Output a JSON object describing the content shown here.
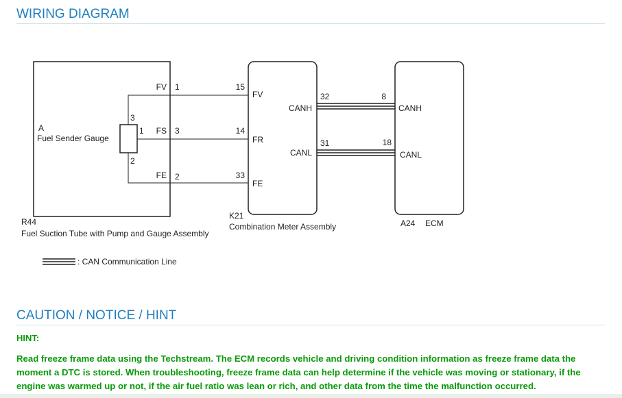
{
  "wiring_section": {
    "title": "WIRING DIAGRAM"
  },
  "diagram": {
    "r44": {
      "code": "R44",
      "name": "Fuel Suction Tube with Pump and Gauge Assembly"
    },
    "sender": {
      "code": "A",
      "name": "Fuel Sender Gauge",
      "pins": [
        "3",
        "1",
        "2"
      ]
    },
    "r44_terminals": [
      {
        "label": "FV",
        "pin": "1"
      },
      {
        "label": "FS",
        "pin": "3"
      },
      {
        "label": "FE",
        "pin": "2"
      }
    ],
    "k21": {
      "code": "K21",
      "name": "Combination Meter Assembly"
    },
    "k21_terminals": [
      {
        "pin": "15",
        "label": "FV"
      },
      {
        "pin": "14",
        "label": "FR"
      },
      {
        "pin": "33",
        "label": "FE"
      }
    ],
    "can_links": [
      {
        "meter_label": "CANH",
        "meter_pin": "32",
        "ecm_pin": "8",
        "ecm_label": "CANH"
      },
      {
        "meter_label": "CANL",
        "meter_pin": "31",
        "ecm_pin": "18",
        "ecm_label": "CANL"
      }
    ],
    "a24": {
      "code": "A24",
      "name": "ECM"
    },
    "legend": {
      "text": ": CAN Communication Line"
    }
  },
  "caution_section": {
    "title": "CAUTION / NOTICE / HINT",
    "hint_label": "HINT:",
    "hint_text": "Read freeze frame data using the Techstream. The ECM records vehicle and driving condition information as freeze frame data the moment a DTC is stored. When troubleshooting, freeze frame data can help determine if the vehicle was moving or stationary, if the engine was warmed up or not, if the air fuel ratio was lean or rich, and other data from the time the malfunction occurred."
  },
  "colors": {
    "heading": "#1f7fbf",
    "hint": "#0a9a0a"
  }
}
